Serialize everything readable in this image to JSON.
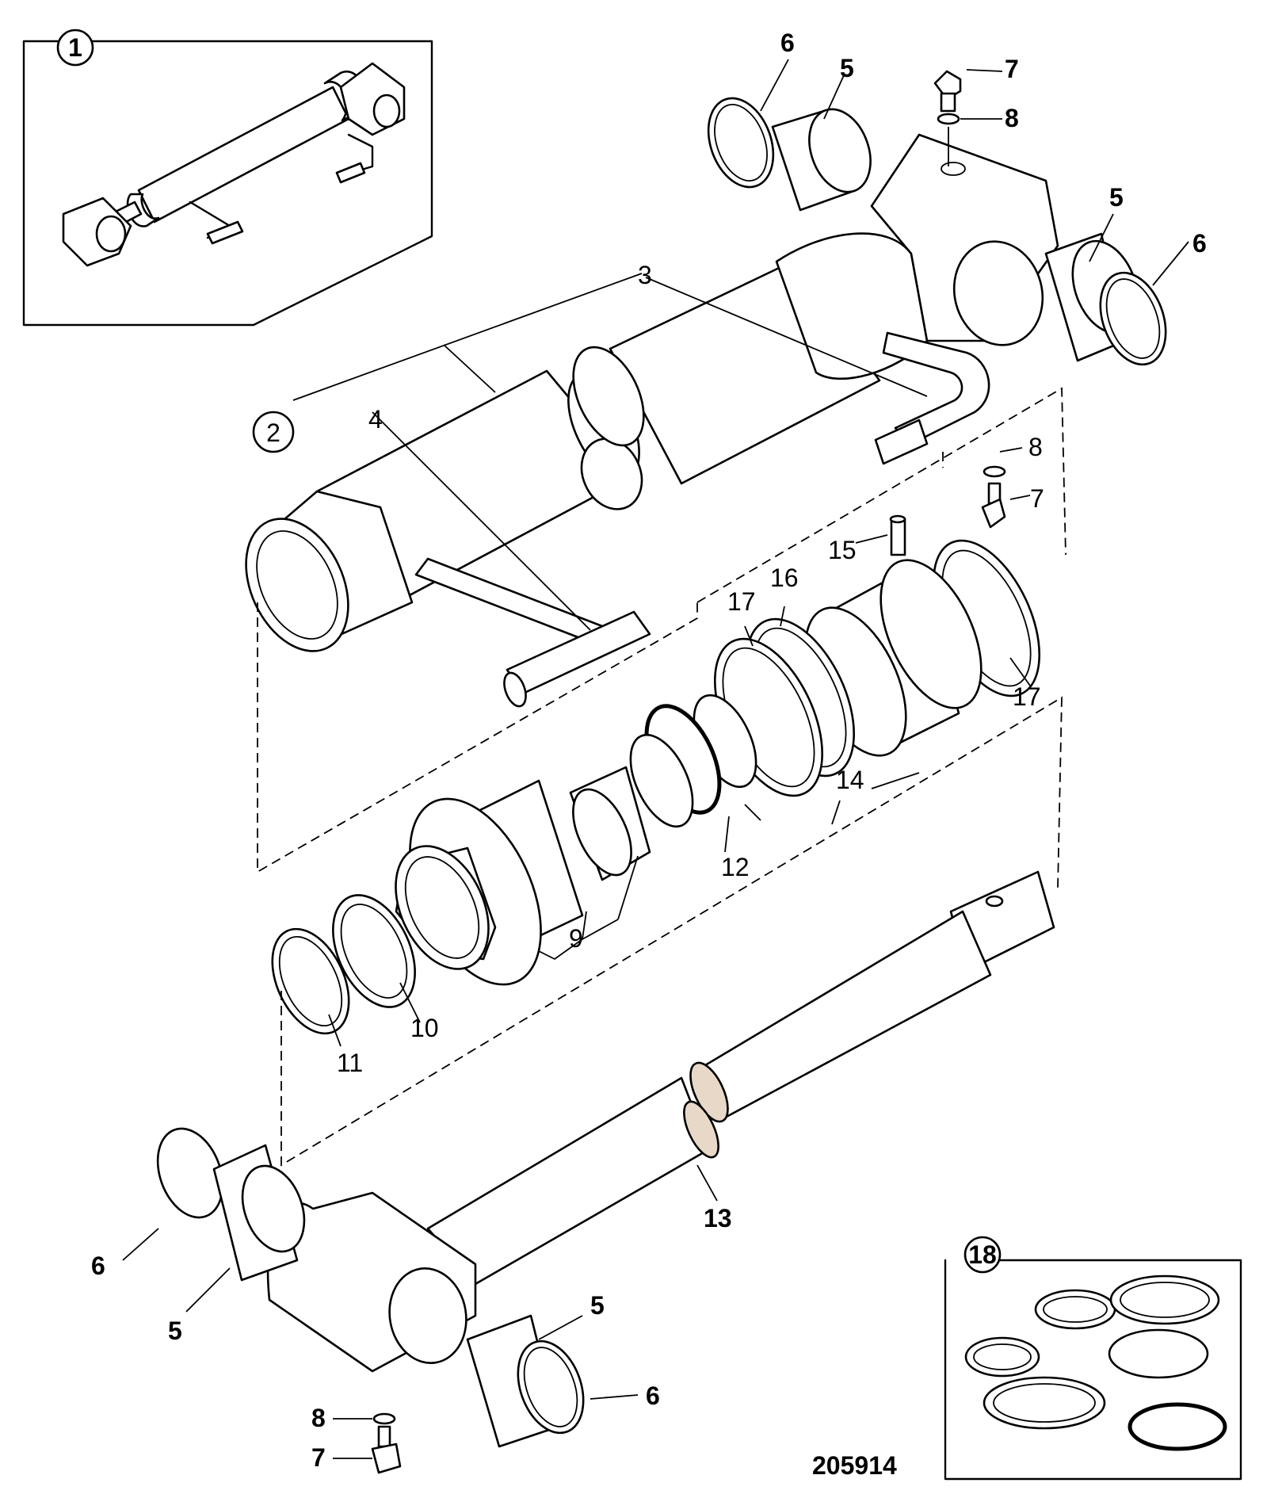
{
  "diagram_id": "205914",
  "callouts": {
    "c1": "1",
    "c2": "2",
    "c3": "3",
    "c4": "4",
    "c5a": "5",
    "c5b": "5",
    "c5c": "5",
    "c5d": "5",
    "c6a": "6",
    "c6b": "6",
    "c6c": "6",
    "c6d": "6",
    "c7a": "7",
    "c7b": "7",
    "c7c": "7",
    "c8a": "8",
    "c8b": "8",
    "c8c": "8",
    "c9": "9",
    "c10": "10",
    "c11": "11",
    "c12": "12",
    "c13": "13",
    "c14": "14",
    "c15": "15",
    "c16": "16",
    "c17a": "17",
    "c17b": "17",
    "c18": "18"
  }
}
